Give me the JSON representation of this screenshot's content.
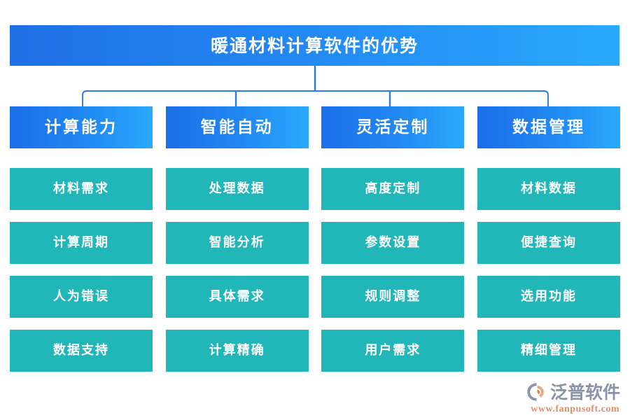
{
  "title": {
    "text": "暖通材料计算软件的优势"
  },
  "colors": {
    "title_gradient_start": "#1f6fe5",
    "title_gradient_end": "#29a9fd",
    "category_gradient_start": "#1b6ee7",
    "category_gradient_end": "#2aa9fd",
    "item_fill": "#21b6b7",
    "connector_line": "#2a7de8",
    "background": "#ffffff",
    "logo_name": "#8a93a8",
    "logo_url": "#e08d6d"
  },
  "categories": [
    {
      "label": "计算能力",
      "items": [
        "材料需求",
        "计算周期",
        "人为错误",
        "数据支持"
      ]
    },
    {
      "label": "智能自动",
      "items": [
        "处理数据",
        "智能分析",
        "具体需求",
        "计算精确"
      ]
    },
    {
      "label": "灵活定制",
      "items": [
        "高度定制",
        "参数设置",
        "规则调整",
        "用户需求"
      ]
    },
    {
      "label": "数据管理",
      "items": [
        "材料数据",
        "便捷查询",
        "选用功能",
        "精细管理"
      ]
    }
  ],
  "grid_rows": [
    [
      "材料需求",
      "处理数据",
      "高度定制",
      "材料数据"
    ],
    [
      "计算周期",
      "智能分析",
      "参数设置",
      "便捷查询"
    ],
    [
      "人为错误",
      "具体需求",
      "规则调整",
      "选用功能"
    ],
    [
      "数据支持",
      "计算精确",
      "用户需求",
      "精细管理"
    ]
  ],
  "logo": {
    "name": "泛普软件",
    "url": "www.fanpusoft.com",
    "mark": "fanpu-swoosh-icon"
  }
}
